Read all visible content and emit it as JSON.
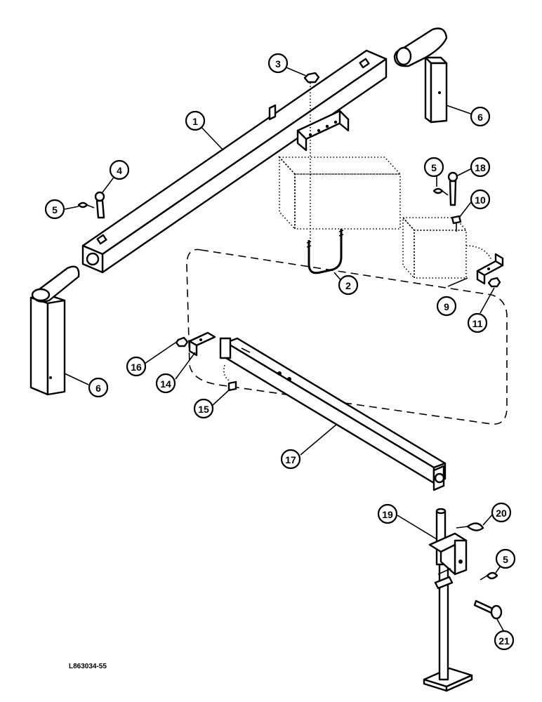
{
  "drawing_id": "L863034-55",
  "callouts": {
    "c1": "1",
    "c2": "2",
    "c3": "3",
    "c4": "4",
    "c5a": "5",
    "c5b": "5",
    "c5c": "5",
    "c6a": "6",
    "c6b": "6",
    "c9": "9",
    "c10": "10",
    "c11": "11",
    "c14": "14",
    "c15": "15",
    "c16": "16",
    "c17": "17",
    "c18": "18",
    "c19": "19",
    "c20": "20",
    "c21": "21"
  }
}
